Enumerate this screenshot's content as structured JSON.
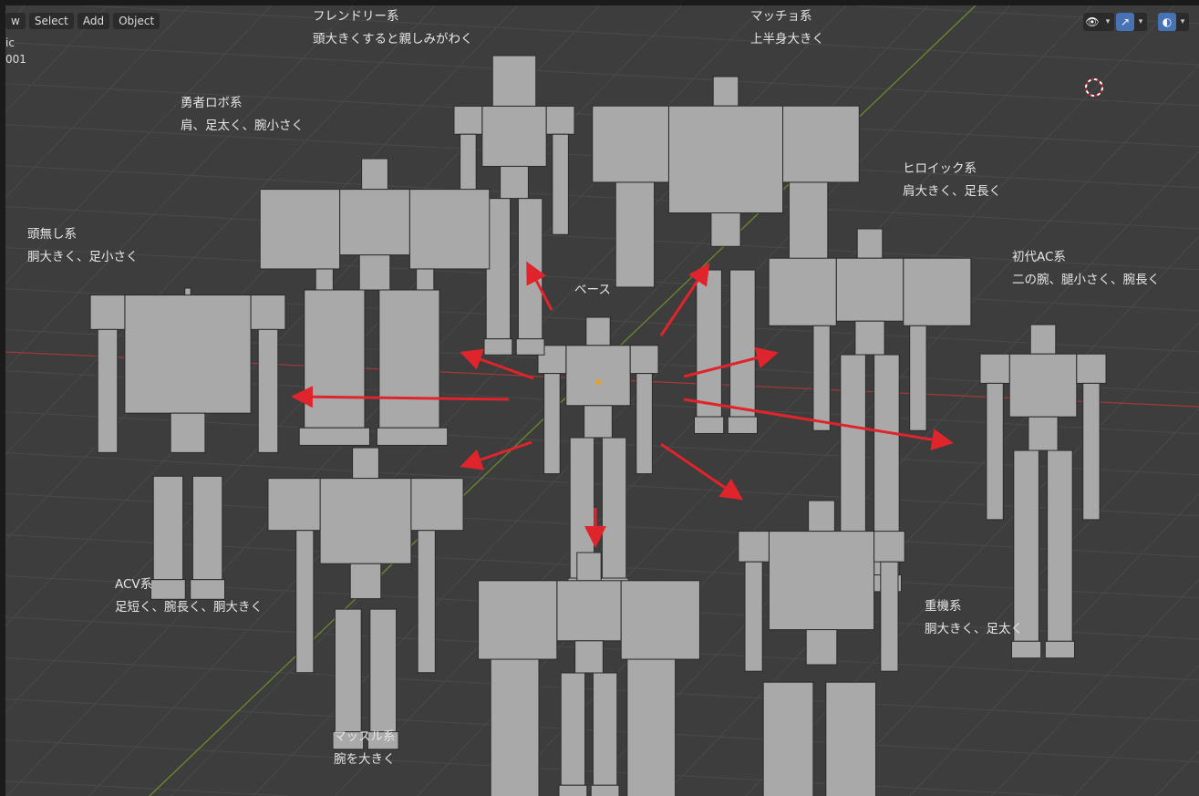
{
  "header": {
    "menus": [
      "w",
      "Select",
      "Add",
      "Object"
    ]
  },
  "overlay": {
    "line1": "ic",
    "line2": "001"
  },
  "tools": [
    {
      "icon": "visibility-eye-icon",
      "active": false
    },
    {
      "icon": "gizmo-icon",
      "active": true
    },
    {
      "icon": "overlay-icon",
      "active": true
    }
  ],
  "colors": {
    "accent": "#4772b3",
    "x_axis": "#9c3a3a",
    "y_axis": "#6a8a2c",
    "arrow": "#e0242c"
  },
  "labels": [
    {
      "id": "friendly",
      "title": "フレンドリー系",
      "desc": "頭大きくすると親しみがわく"
    },
    {
      "id": "macho",
      "title": "マッチョ系",
      "desc": "上半身大きく"
    },
    {
      "id": "brave",
      "title": "勇者ロボ系",
      "desc": "肩、足太く、腕小さく"
    },
    {
      "id": "heroic",
      "title": "ヒロイック系",
      "desc": "肩大きく、足長く"
    },
    {
      "id": "headless",
      "title": "頭無し系",
      "desc": "胴大きく、足小さく"
    },
    {
      "id": "ac1",
      "title": "初代AC系",
      "desc": "二の腕、腿小さく、腕長く"
    },
    {
      "id": "base",
      "title": "ベース",
      "desc": ""
    },
    {
      "id": "acv",
      "title": "ACV系",
      "desc": "足短く、腕長く、胴大きく"
    },
    {
      "id": "heavy",
      "title": "重機系",
      "desc": "胴大きく、足太く"
    },
    {
      "id": "muscle",
      "title": "マッスル系",
      "desc": "腕を大きく"
    }
  ]
}
